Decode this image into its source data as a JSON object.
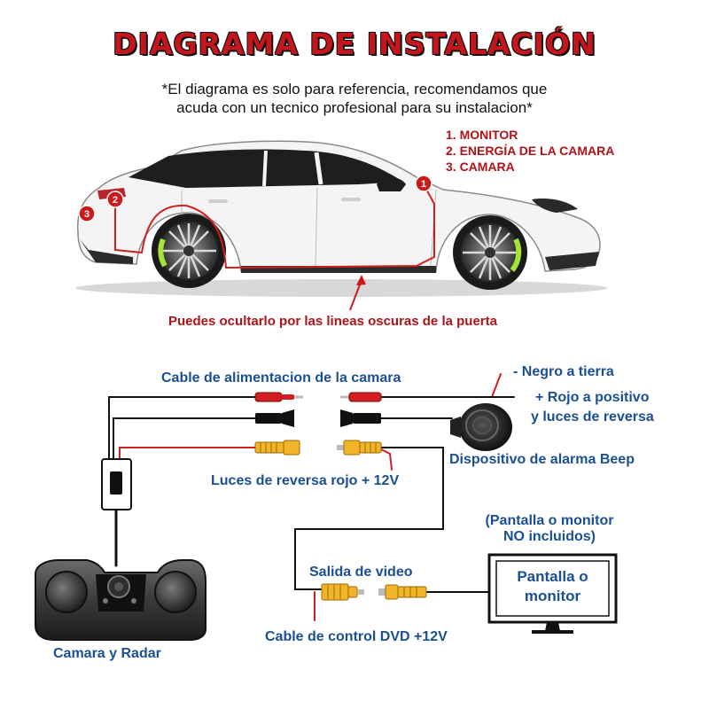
{
  "title": "DIAGRAMA DE INSTALACIÓN",
  "disclaimer": {
    "line1": "*El diagrama es solo para referencia, recomendamos que",
    "line2": "acuda con un tecnico profesional para su instalacion*"
  },
  "parts_list": [
    "1. MONITOR",
    "2. ENERGÍA DE LA CAMARA",
    "3. CAMARA"
  ],
  "markers": [
    "1",
    "2",
    "3"
  ],
  "door_note": "Puedes ocultarlo por las lineas oscuras de la puerta",
  "labels": {
    "power_cable": "Cable de alimentacion de la camara",
    "black_ground": "- Negro a tierra",
    "red_positive": "+ Rojo a positivo",
    "reverse_lights": "y luces de reversa",
    "beep_device": "Dispositivo de alarma Beep",
    "reverse_red": "Luces de reversa rojo + 12V",
    "not_included_1": "(Pantalla o monitor",
    "not_included_2": "NO incluidos)",
    "video_out": "Salida de video",
    "dvd_cable": "Cable de control DVD +12V",
    "camera_radar": "Camara y Radar",
    "monitor_1": "Pantalla o",
    "monitor_2": "monitor"
  },
  "colors": {
    "title_red": "#c4161c",
    "label_blue": "#1b4f93",
    "wire_red": "#d11f1f",
    "connector_yellow": "#f2b52a"
  }
}
